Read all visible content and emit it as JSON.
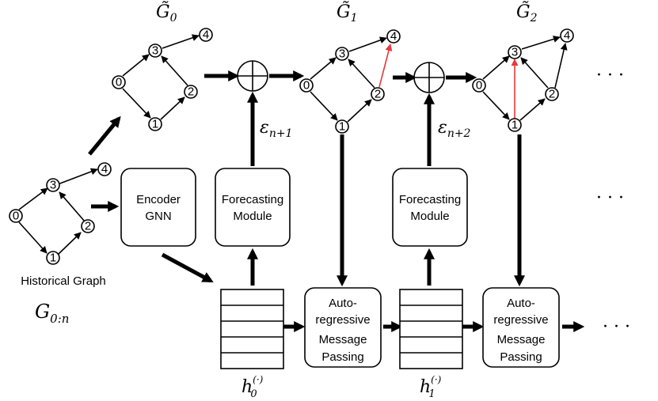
{
  "colors": {
    "line": "#000000",
    "new_edge": "#e8383b",
    "background": "#ffffff"
  },
  "graph_titles": {
    "g0": "G̃",
    "g0_sub": "0",
    "g1": "G̃",
    "g1_sub": "1",
    "g2": "G̃",
    "g2_sub": "2"
  },
  "historical": {
    "caption": "Historical Graph",
    "symbol": "G",
    "symbol_sub": "0:n"
  },
  "nodes": [
    "0",
    "1",
    "2",
    "3",
    "4"
  ],
  "boxes": {
    "encoder": [
      "Encoder",
      "GNN"
    ],
    "forecast1": [
      "Forecasting",
      "Module"
    ],
    "forecast2": [
      "Forecasting",
      "Module"
    ],
    "amp1": [
      "Auto-",
      "regressive",
      "Message",
      "Passing"
    ],
    "amp2": [
      "Auto-",
      "regressive",
      "Message",
      "Passing"
    ]
  },
  "epsilon": {
    "e1": "ε",
    "e1_sub": "n+1",
    "e2": "ε",
    "e2_sub": "n+2"
  },
  "hidden": {
    "h0": "h",
    "h0_sub": "0",
    "h1": "h",
    "h1_sub": "1",
    "sup": "(·)"
  },
  "ellipsis": "· · ·",
  "oplus": "⊕"
}
